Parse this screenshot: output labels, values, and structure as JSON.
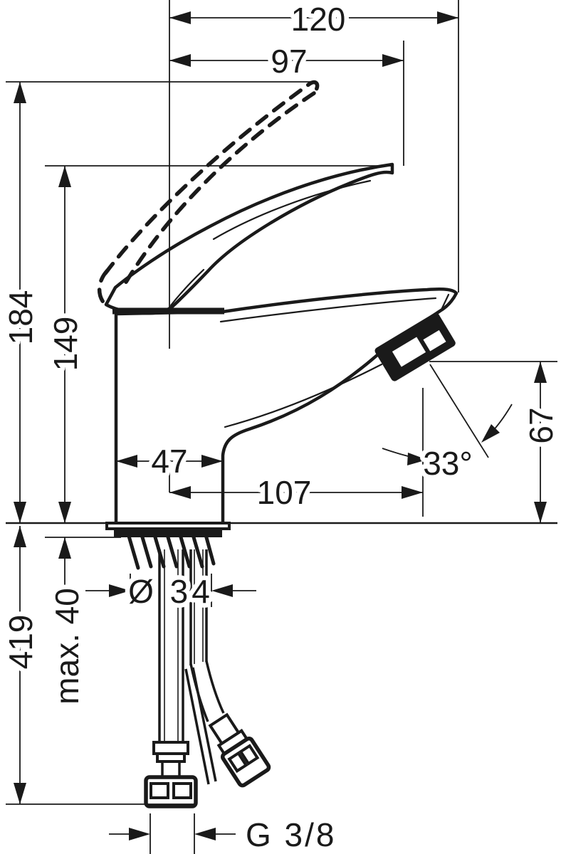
{
  "drawing": {
    "type": "technical-dimension-drawing",
    "subject": "single-lever basin mixer faucet, side view with mounting hoses",
    "background_color": "#ffffff",
    "line_color": "#1a1a1a",
    "dimensions": {
      "total_depth": "120",
      "spout_reach": "97",
      "height_handle_raised": "184",
      "height_handle": "149",
      "outlet_height": "67",
      "spray_angle": "33°",
      "body_width": "47",
      "outlet_reach": "107",
      "shank_diameter": "Ø 34",
      "max_deck_thickness": "max. 40",
      "hose_length": "419",
      "connection_thread": "G 3/8"
    }
  }
}
